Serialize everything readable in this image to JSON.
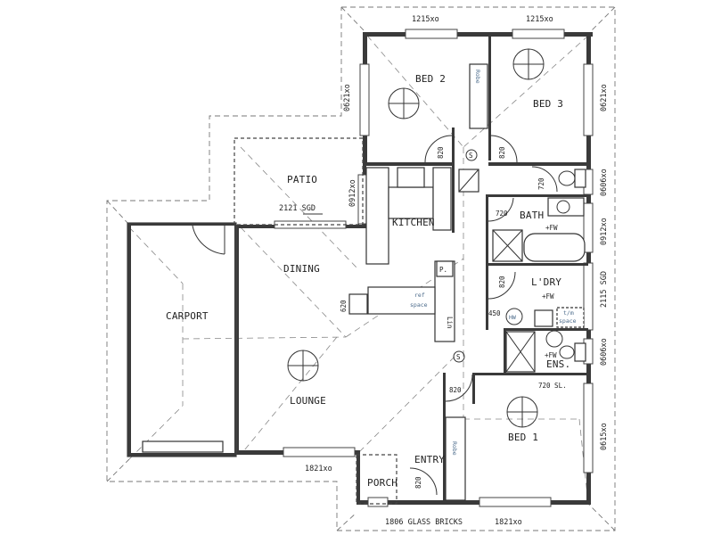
{
  "rooms": {
    "bed2": "BED 2",
    "bed3": "BED 3",
    "patio": "PATIO",
    "kitchen": "KITCHEN",
    "dining": "DINING",
    "carport": "CARPORT",
    "lounge": "LOUNGE",
    "bath": "BATH",
    "laundry": "L'DRY",
    "ensuite": "ENS.",
    "bed1": "BED 1",
    "entry": "ENTRY",
    "porch": "PORCH"
  },
  "windows": {
    "bed2_top": "1215xo",
    "bed3_top": "1215xo",
    "bed2_left": "0621xo",
    "bed3_right": "0621xo",
    "patio_right": "0912xo",
    "wc_right": "0606xo",
    "bath_right": "0912xo",
    "laundry_door": "2115 SGD",
    "ens_right": "0606xo",
    "bed1_right": "0615xo",
    "lounge_bottom": "1821xo",
    "bed1_bottom": "1821xo",
    "patio_door": "2121 SGD",
    "glass_bricks": "1806 GLASS BRICKS"
  },
  "doors": {
    "bed2_door": "820",
    "bed3_door": "820",
    "wc_door": "720",
    "bath_door": "720",
    "laundry_door": "820",
    "bed1_door": "820",
    "entry_door": "820",
    "ens_door": "720 SL."
  },
  "fixtures": {
    "fw_bath": "+FW",
    "fw_laundry": "+FW",
    "fw_ens": "+FW",
    "hot_water": "HW",
    "pantry": "P.",
    "linen": "Lin",
    "ref_space_1": "ref",
    "ref_space_2": "space",
    "tm_space_1": "t/m",
    "tm_space_2": "space",
    "dim_620": "620",
    "dim_450": "450",
    "smoke": "S",
    "robe": "Robe"
  }
}
